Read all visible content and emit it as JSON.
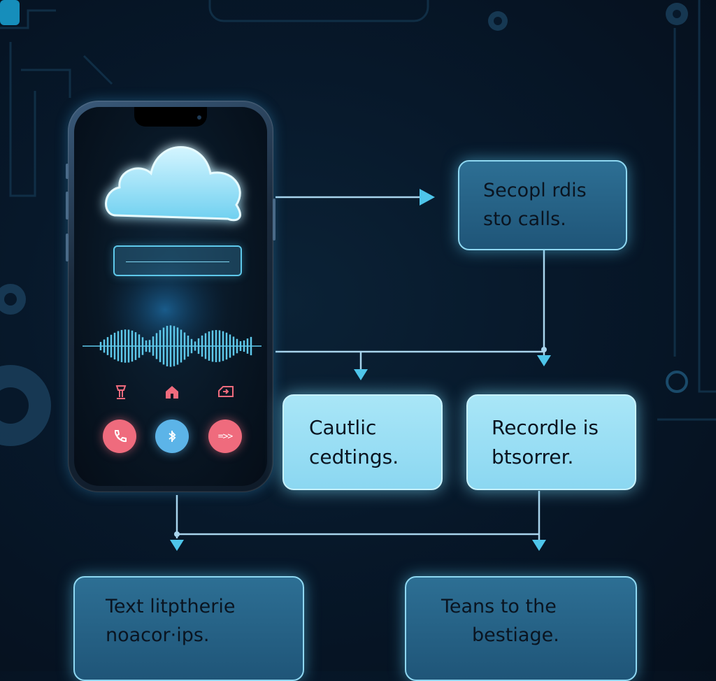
{
  "colors": {
    "background": "#06131f",
    "glow_cyan": "#6fd3f2",
    "arrow": "#4ec5ea",
    "call_red": "#ef6b7d",
    "call_blue": "#5cb4e8"
  },
  "phone": {
    "top_icons": [
      "contact-icon",
      "home-icon",
      "inbox-icon"
    ],
    "buttons": [
      {
        "icon": "phone-icon",
        "color": "red"
      },
      {
        "icon": "microphone-icon",
        "color": "blue"
      },
      {
        "icon": "forward-icon",
        "color": "red",
        "label": "=>>"
      }
    ]
  },
  "boxes": {
    "top_right": {
      "line1": "Secopl rdis",
      "line2": "sto calls."
    },
    "middle_left": {
      "line1": "Cautlic",
      "line2": "cedtings."
    },
    "middle_right": {
      "line1": "Recordle is",
      "line2": "btsorrer."
    },
    "bottom_left": {
      "line1": "Text litptherie",
      "line2": "noacor·ips."
    },
    "bottom_right": {
      "line1": "Teans to the",
      "line2": "bestiage."
    }
  }
}
